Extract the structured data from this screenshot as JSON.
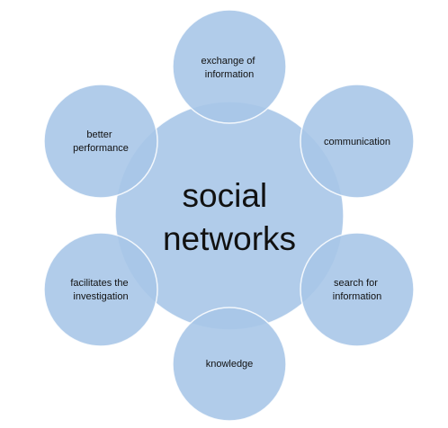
{
  "diagram": {
    "center": {
      "lines": [
        "social",
        "networks"
      ]
    },
    "nodes": [
      {
        "id": "exchange",
        "lines": [
          "exchange of",
          "information"
        ]
      },
      {
        "id": "communication",
        "lines": [
          "communication"
        ]
      },
      {
        "id": "search",
        "lines": [
          "search for",
          "information"
        ]
      },
      {
        "id": "knowledge",
        "lines": [
          "knowledge"
        ]
      },
      {
        "id": "investigation",
        "lines": [
          "facilitates the",
          "investigation"
        ]
      },
      {
        "id": "performance",
        "lines": [
          "better",
          "performance"
        ]
      }
    ],
    "colors": {
      "circle_fill": "#a9c6e8",
      "circle_stroke": "#ffffff",
      "text": "#111111"
    }
  }
}
